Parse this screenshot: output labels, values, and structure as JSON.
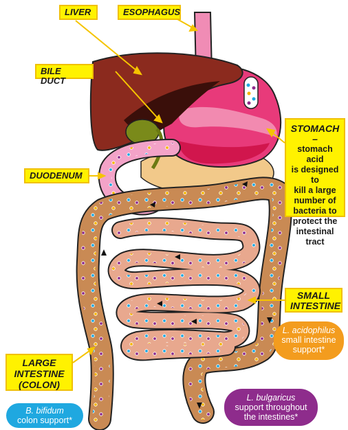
{
  "labels": {
    "liver": "LIVER",
    "esophagus": "ESOPHAGUS",
    "bile_duct": "BILE DUCT",
    "duodenum": "DUODENUM",
    "stomach_title": "STOMACH –",
    "stomach_desc_lines": [
      "stomach acid",
      "is designed to",
      "kill a large",
      "number of",
      "bacteria to",
      "protect the",
      "intestinal tract"
    ],
    "small_intestine": [
      "SMALL",
      "INTESTINE"
    ],
    "large_intestine": [
      "LARGE",
      "INTESTINE",
      "(COLON)"
    ]
  },
  "probiotics": {
    "acidophilus": {
      "species": "L. acidophilus",
      "lines": [
        "small intestine",
        "support*"
      ],
      "color": "#f39c1e"
    },
    "bifidum": {
      "species": "B. bifidum",
      "lines": [
        "colon support*"
      ],
      "color": "#1fa8e0"
    },
    "bulgaricus": {
      "species": "L. bulgaricus",
      "lines": [
        "support throughout",
        "the intestines*"
      ],
      "color": "#8e2c8c"
    }
  },
  "colors": {
    "label_fill": "#fff200",
    "label_border": "#f0c000",
    "leader_line": "#f5c400",
    "liver": "#8b2a1e",
    "stomach": "#e83a7a",
    "stomach_light": "#f28ab0",
    "gallbladder": "#7a8a1a",
    "colon": "#c98a54",
    "small_intestine": "#e8a88e",
    "pancreas": "#f2c98a",
    "esophagus": "#f08cb5"
  }
}
